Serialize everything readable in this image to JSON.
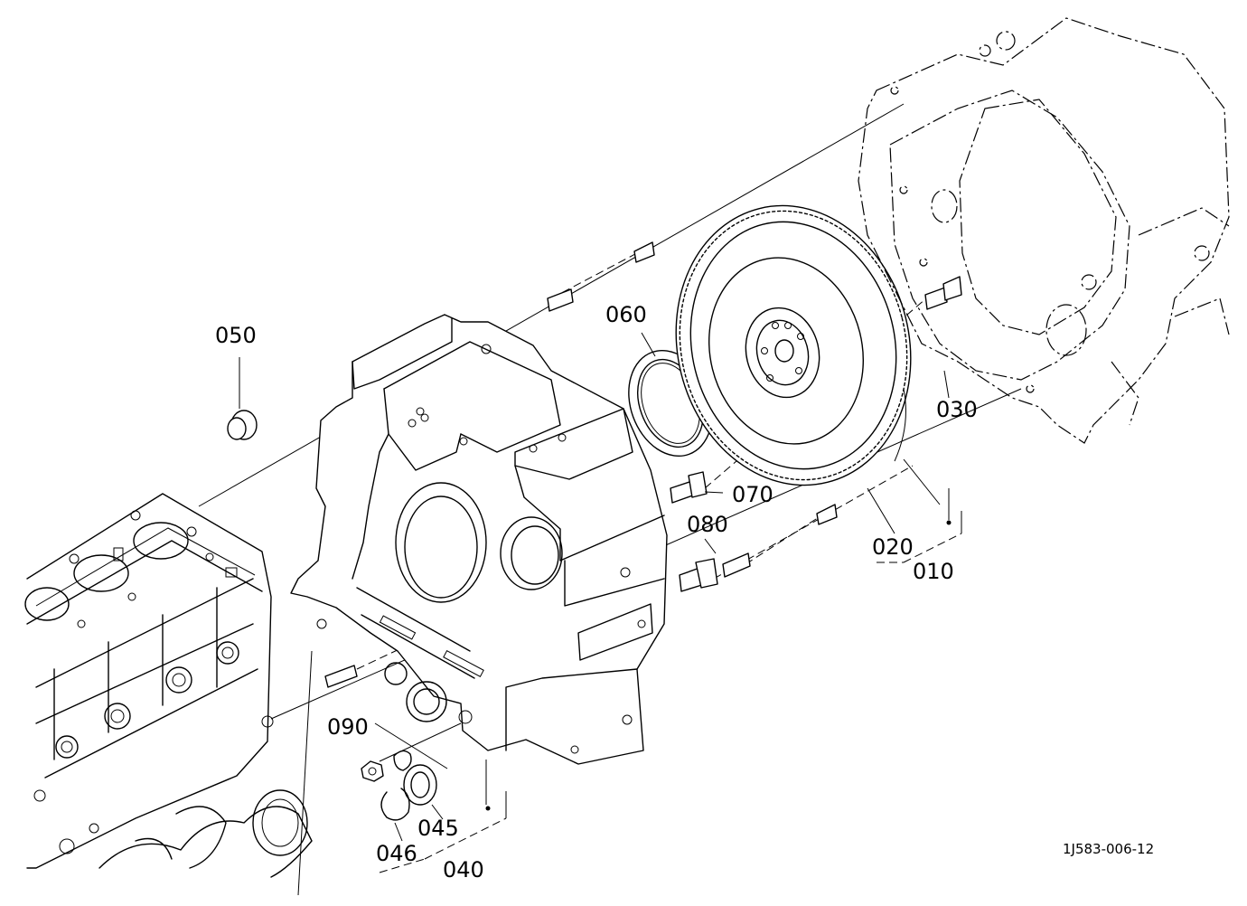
{
  "labels": {
    "p050": "050",
    "p060": "060",
    "p030": "030",
    "p070": "070",
    "p080": "080",
    "p020": "020",
    "p010": "010",
    "p090": "090",
    "p045": "045",
    "p046": "046",
    "p040": "040"
  },
  "drawing_reference": "1J583-006-12"
}
